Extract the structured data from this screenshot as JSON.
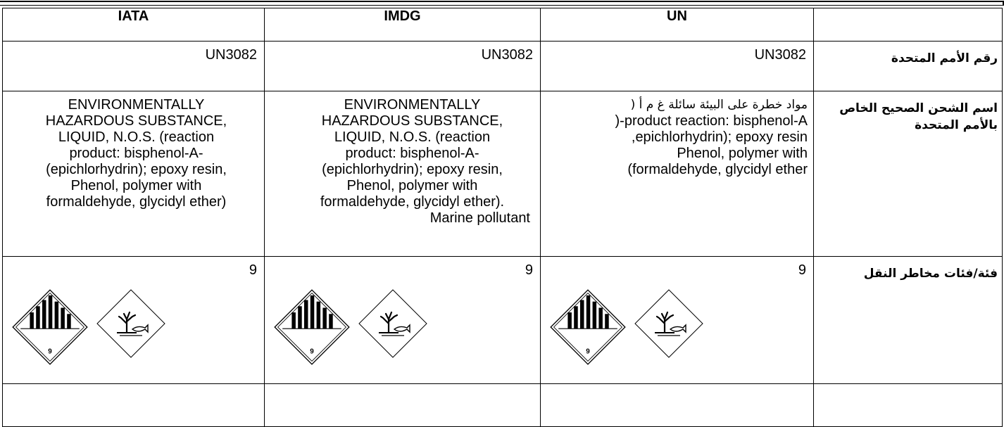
{
  "columns": {
    "iata": "IATA",
    "imdg": "IMDG",
    "un": "UN",
    "label": ""
  },
  "rows": {
    "un_number": {
      "label": "رقم الأمم المتحدة",
      "iata": "UN3082",
      "imdg": "UN3082",
      "un": "UN3082"
    },
    "shipping_name": {
      "label": "اسم الشحن الصحيح الخاص بالأمم المتحدة",
      "iata_lines": [
        "ENVIRONMENTALLY",
        "HAZARDOUS SUBSTANCE,",
        "LIQUID, N.O.S. (reaction",
        "product: bisphenol-A-",
        "(epichlorhydrin); epoxy resin,",
        "Phenol, polymer with",
        "formaldehyde, glycidyl ether)"
      ],
      "imdg_lines": [
        "ENVIRONMENTALLY",
        "HAZARDOUS SUBSTANCE,",
        "LIQUID, N.O.S. (reaction",
        "product: bisphenol-A-",
        "(epichlorhydrin); epoxy resin,",
        "Phenol, polymer with",
        "formaldehyde, glycidyl ether).",
        "Marine pollutant"
      ],
      "un_lines": [
        "مواد خطرة على البيئة سائلة غ م أ (",
        "product reaction: bisphenol-A-(",
        "epichlorhydrin); epoxy resin,",
        "Phenol, polymer with",
        "formaldehyde, glycidyl ether)"
      ]
    },
    "hazard_class": {
      "label": "فئة/فئات مخاطر النقل",
      "iata": "9",
      "imdg": "9",
      "un": "9"
    }
  },
  "pictograms": {
    "class_label": "9",
    "misc_label_icon": "class-9-hazard-diamond-icon",
    "environment_icon": "environment-hazard-diamond-icon"
  }
}
